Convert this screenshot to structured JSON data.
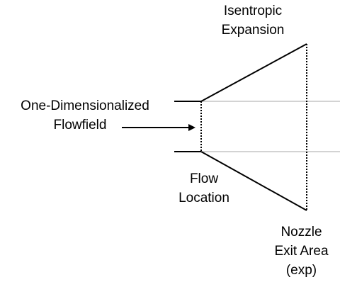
{
  "labels": {
    "isentropic_expansion": [
      "Isentropic",
      "Expansion"
    ],
    "one_dimensionalized_flowfield": [
      "One-Dimensionalized",
      "Flowfield"
    ],
    "flow_location": [
      "Flow",
      "Location"
    ],
    "nozzle_exit_area": [
      "Nozzle",
      "Exit Area",
      "(exp)"
    ]
  },
  "colors": {
    "lines": "#000000",
    "reference_lines": "#d3d3d3",
    "background": "#ffffff"
  }
}
